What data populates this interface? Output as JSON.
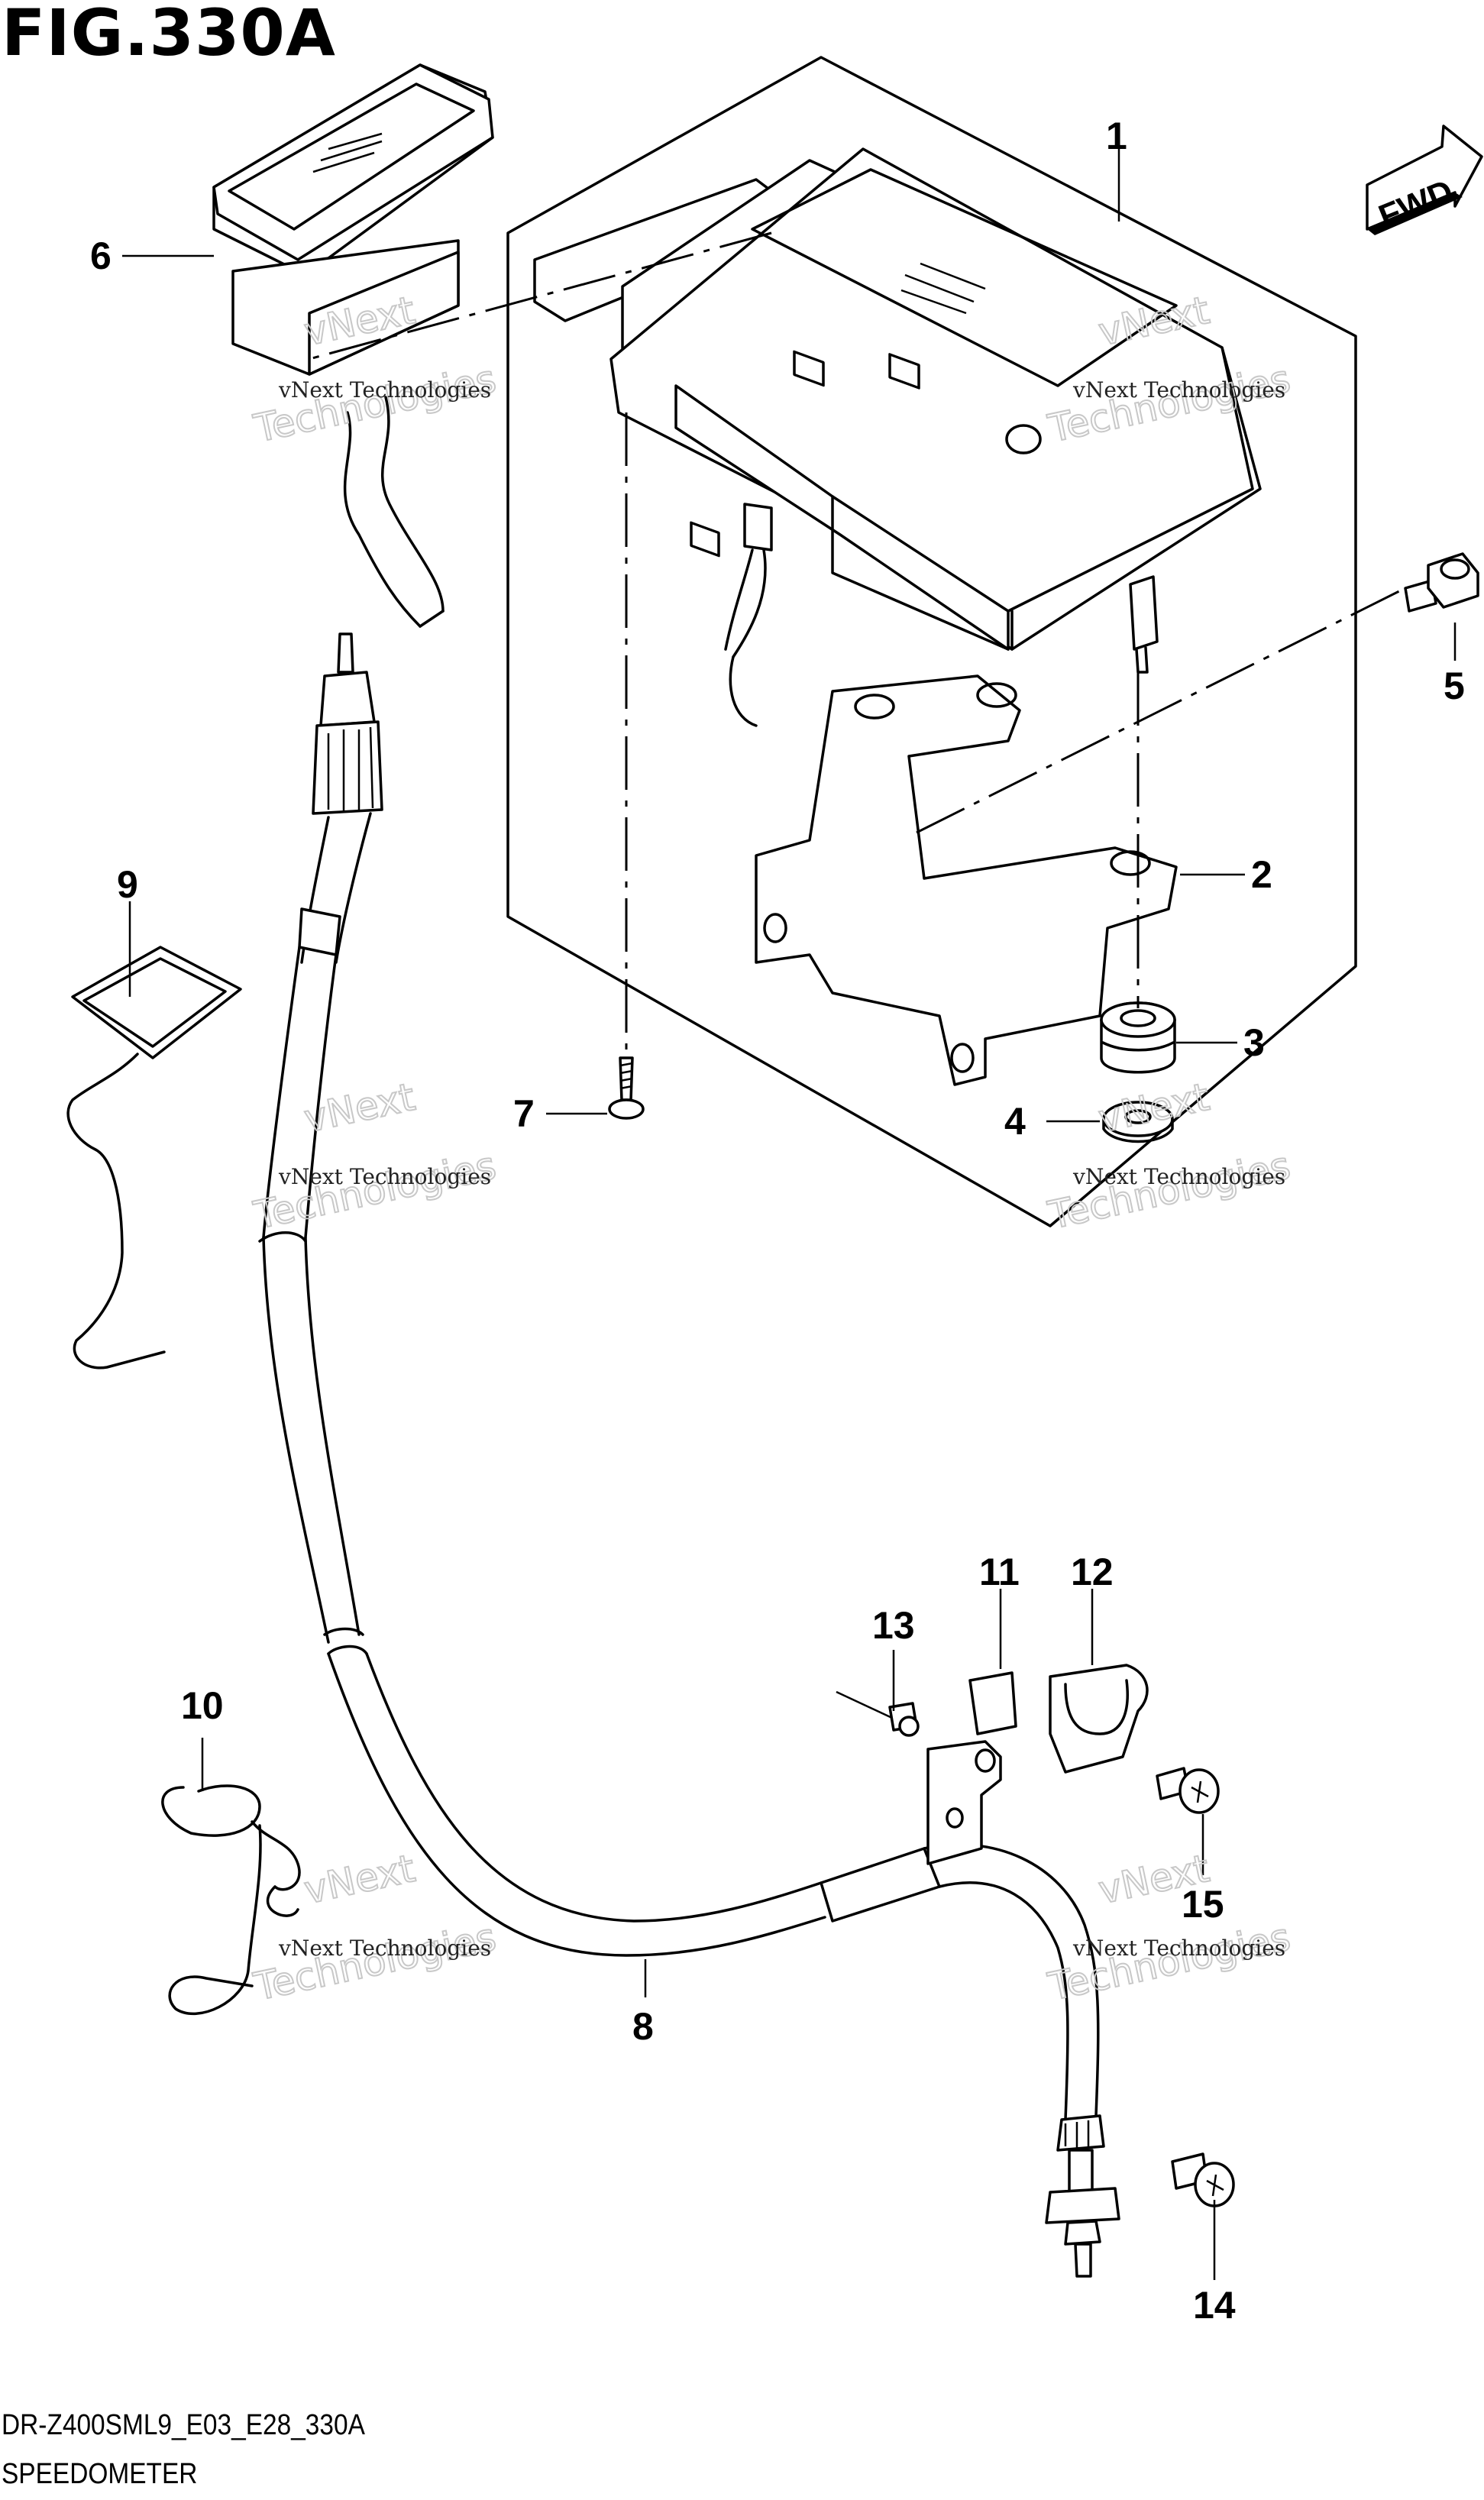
{
  "figure": {
    "title": "FIG.330A",
    "footer_code": "DR-Z400SML9_E03_E28_330A",
    "footer_name": "SPEEDOMETER",
    "direction_label": "FWD"
  },
  "callouts": [
    {
      "id": "c1",
      "label": "1"
    },
    {
      "id": "c2",
      "label": "2"
    },
    {
      "id": "c3",
      "label": "3"
    },
    {
      "id": "c4",
      "label": "4"
    },
    {
      "id": "c5",
      "label": "5"
    },
    {
      "id": "c6",
      "label": "6"
    },
    {
      "id": "c7",
      "label": "7"
    },
    {
      "id": "c8",
      "label": "8"
    },
    {
      "id": "c9",
      "label": "9"
    },
    {
      "id": "c10",
      "label": "10"
    },
    {
      "id": "c11",
      "label": "11"
    },
    {
      "id": "c12",
      "label": "12"
    },
    {
      "id": "c13",
      "label": "13"
    },
    {
      "id": "c14",
      "label": "14"
    },
    {
      "id": "c15",
      "label": "15"
    }
  ],
  "watermark": {
    "line1": "vNext Technologies",
    "line2": "vNext",
    "line3": "Technologies"
  }
}
